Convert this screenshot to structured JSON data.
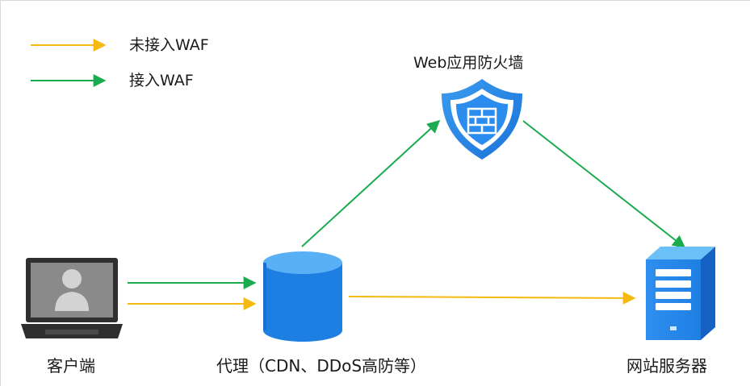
{
  "legend": {
    "not_connected_label": "未接入WAF",
    "connected_label": "接入WAF"
  },
  "nodes": {
    "waf_label": "Web应用防火墙",
    "client_label": "客户端",
    "proxy_label": "代理（CDN、DDoS高防等）",
    "server_label": "网站服务器"
  },
  "colors": {
    "not_connected": "#f5b90f",
    "connected": "#1aab4e",
    "blue": "#1e7fe3",
    "gray": "#8a8a8a"
  },
  "icons": [
    "laptop-user-icon",
    "database-icon",
    "shield-firewall-icon",
    "server-icon"
  ]
}
